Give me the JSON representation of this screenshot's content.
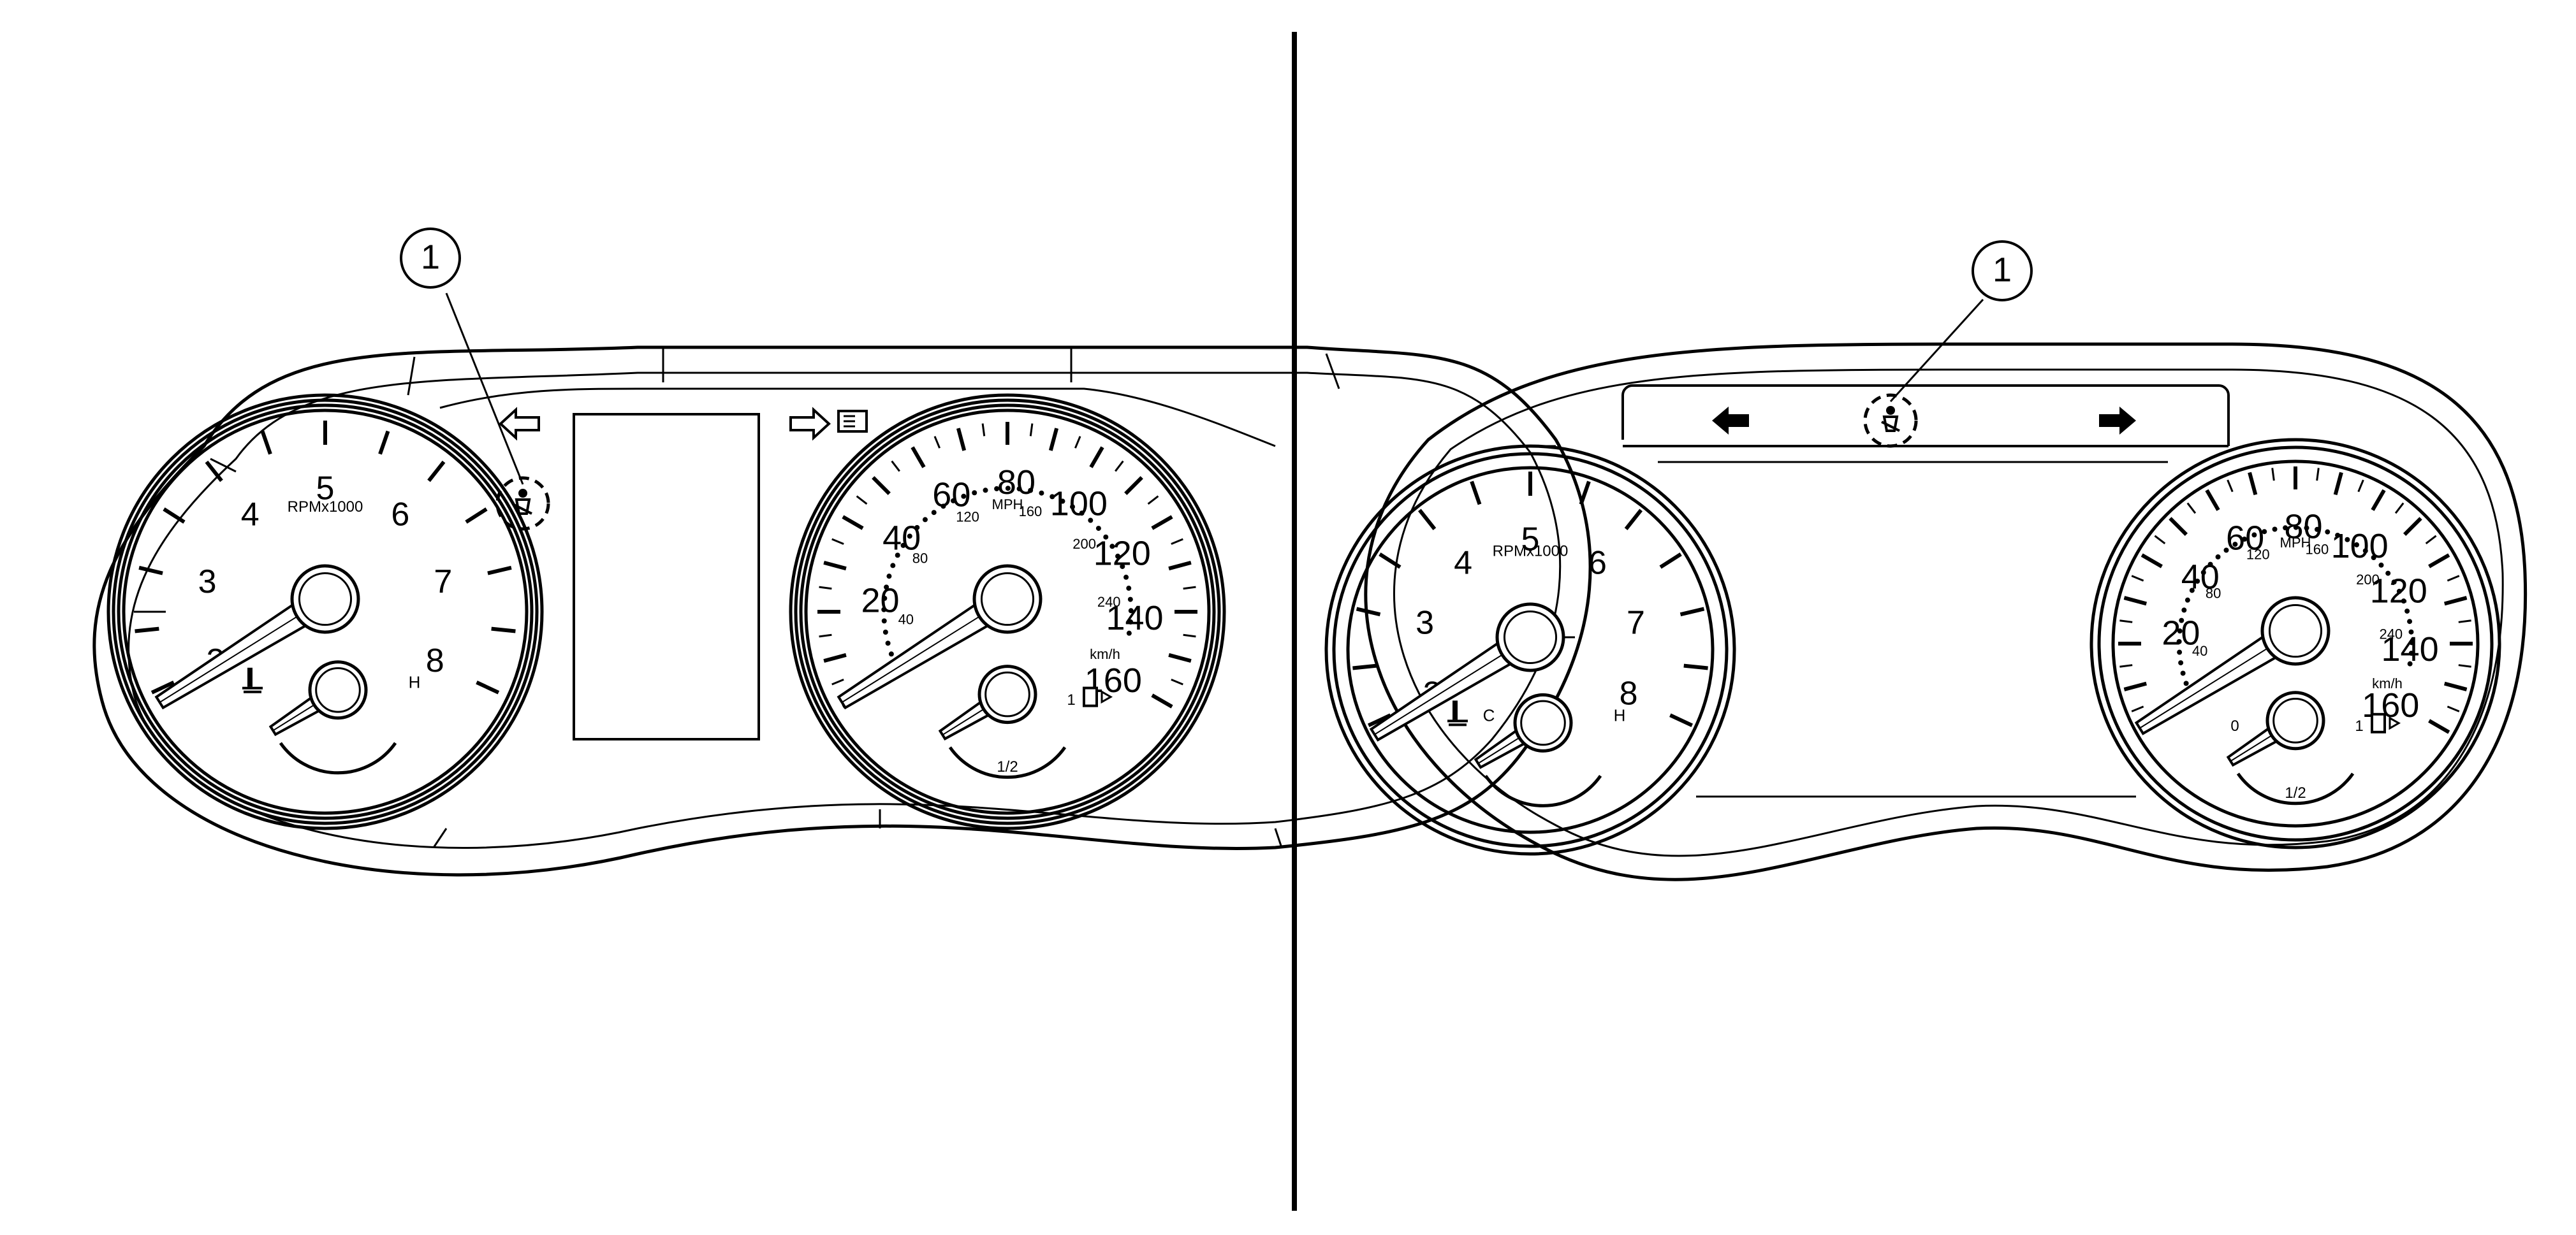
{
  "callout": "1",
  "clusters": [
    {
      "name": "left",
      "tachometer": {
        "numbers": [
          "2",
          "3",
          "4",
          "5",
          "6",
          "7",
          "8"
        ],
        "unit": "RPMx1000",
        "temp_hot": "H",
        "temp_cold": ""
      },
      "speedometer": {
        "mph_numbers": [
          "20",
          "40",
          "60",
          "80",
          "100",
          "120",
          "140",
          "160"
        ],
        "mph_label": "MPH",
        "kmh_numbers": [
          "40",
          "80",
          "120",
          "160",
          "200",
          "240"
        ],
        "kmh_label": "km/h",
        "fuel_empty": "",
        "fuel_half": "1/2",
        "fuel_full": "1"
      }
    },
    {
      "name": "right",
      "tachometer": {
        "numbers": [
          "2",
          "3",
          "4",
          "5",
          "6",
          "7",
          "8"
        ],
        "unit": "RPMx1000",
        "temp_hot": "H",
        "temp_cold": "C"
      },
      "speedometer": {
        "mph_numbers": [
          "20",
          "40",
          "60",
          "80",
          "100",
          "120",
          "140",
          "160"
        ],
        "mph_label": "MPH",
        "kmh_numbers": [
          "40",
          "80",
          "120",
          "160",
          "200",
          "240"
        ],
        "kmh_label": "km/h",
        "fuel_empty": "0",
        "fuel_half": "1/2",
        "fuel_full": "1"
      }
    }
  ],
  "icons": {
    "left_turn": "arrow-left-outline-icon",
    "right_turn": "arrow-right-outline-icon",
    "headlight": "headlight-icon",
    "seatbelt": "seatbelt-warning-icon",
    "coolant": "coolant-temperature-icon",
    "fuel": "fuel-pump-icon"
  }
}
